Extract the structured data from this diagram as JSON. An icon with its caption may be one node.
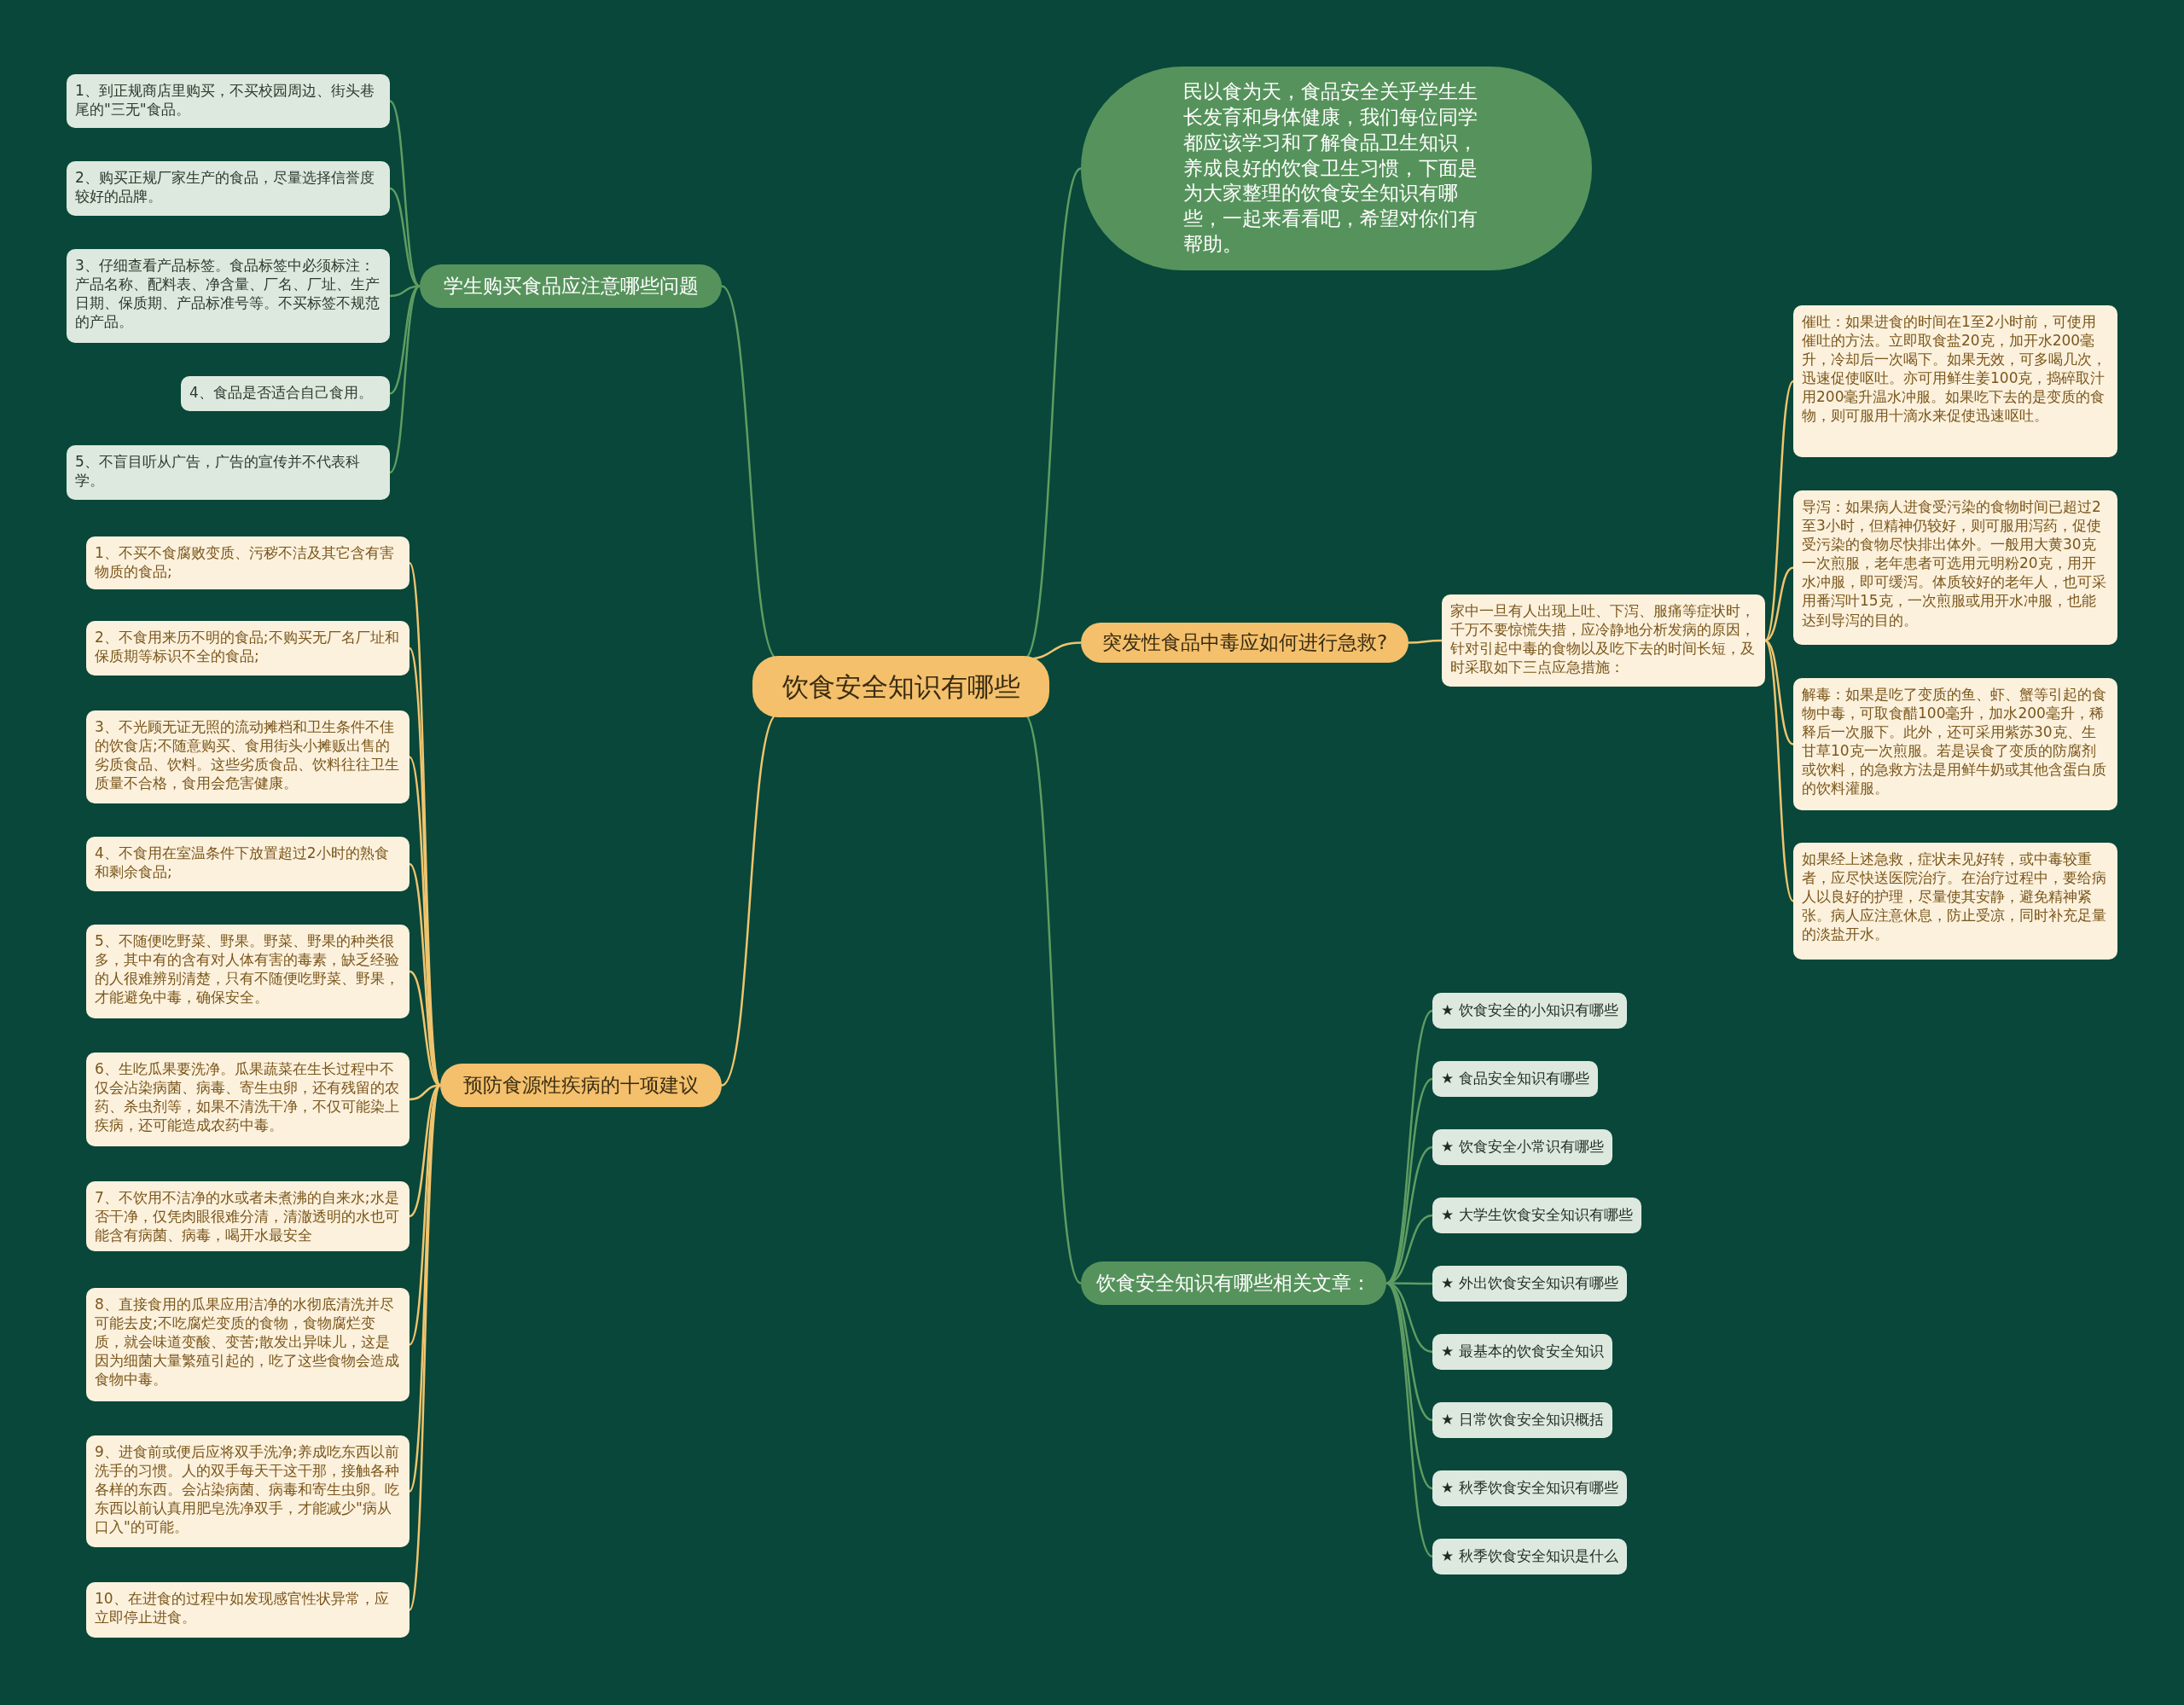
{
  "diagram": {
    "nodes": [
      {
        "text": [
          "饮食安全知识有哪些"
        ]
      },
      {
        "text": [
          "民以食为天，食品安全关乎学生生长发育和身体健康，我们每位同学都应该学习和了解食品卫生知识，养成良好的饮食卫生习惯，下面是为大家整理的饮食安全知识有哪些，一起来看看吧，希望对你们有帮助。"
        ]
      },
      {
        "text": [
          "学生购买食品应注意哪些问题"
        ]
      },
      {
        "text": [
          "1、到正规商店里购买，不买校园周边、街头巷尾的\"三无\"食品。"
        ]
      },
      {
        "text": [
          "2、购买正规厂家生产的食品，尽量选择信誉度较好的品牌。"
        ]
      },
      {
        "text": [
          "3、仔细查看产品标签。食品标签中必须标注：产品名称、配料表、净含量、厂名、厂址、生产日期、保质期、产品标准号等。不买标签不规范的产品。"
        ]
      },
      {
        "text": [
          "4、食品是否适合自己食用。"
        ]
      },
      {
        "text": [
          "5、不盲目听从广告，广告的宣传并不代表科学。"
        ]
      },
      {
        "text": [
          "预防食源性疾病的十项建议"
        ]
      },
      {
        "text": [
          "1、不买不食腐败变质、污秽不洁及其它含有害物质的食品;"
        ]
      },
      {
        "text": [
          "2、不食用来历不明的食品;不购买无厂名厂址和保质期等标识不全的食品;"
        ]
      },
      {
        "text": [
          "3、不光顾无证无照的流动摊档和卫生条件不佳的饮食店;不随意购买、食用街头小摊贩出售的劣质食品、饮料。这些劣质食品、饮料往往卫生质量不合格，食用会危害健康。"
        ]
      },
      {
        "text": [
          "4、不食用在室温条件下放置超过2小时的熟食和剩余食品;"
        ]
      },
      {
        "text": [
          "5、不随便吃野菜、野果。野菜、野果的种类很多，其中有的含有对人体有害的毒素，缺乏经验的人很难辨别清楚，只有不随便吃野菜、野果，才能避免中毒，确保安全。"
        ]
      },
      {
        "text": [
          "6、生吃瓜果要洗净。瓜果蔬菜在生长过程中不仅会沾染病菌、病毒、寄生虫卵，还有残留的农药、杀虫剂等，如果不清洗干净，不仅可能染上疾病，还可能造成农药中毒。"
        ]
      },
      {
        "text": [
          "7、不饮用不洁净的水或者未煮沸的自来水;水是否干净，仅凭肉眼很难分清，清澈透明的水也可能含有病菌、病毒，喝开水最安全"
        ]
      },
      {
        "text": [
          "8、直接食用的瓜果应用洁净的水彻底清洗并尽可能去皮;不吃腐烂变质的食物，食物腐烂变质，就会味道变酸、变苦;散发出异味儿，这是因为细菌大量繁殖引起的，吃了这些食物会造成食物中毒。"
        ]
      },
      {
        "text": [
          "9、进食前或便后应将双手洗净;养成吃东西以前洗手的习惯。人的双手每天干这干那，接触各种各样的东西。会沾染病菌、病毒和寄生虫卵。吃东西以前认真用肥皂洗净双手，才能减少\"病从口入\"的可能。"
        ]
      },
      {
        "text": [
          "10、在进食的过程中如发现感官性状异常，应立即停止进食。"
        ]
      },
      {
        "text": [
          "突发性食品中毒应如何进行急救?"
        ]
      },
      {
        "text": [
          "家中一旦有人出现上吐、下泻、服痛等症状时，千万不要惊慌失措，应冷静地分析发病的原因，针对引起中毒的食物以及吃下去的时间长短，及时采取如下三点应急措施："
        ]
      },
      {
        "text": [
          "催吐：如果进食的时间在1至2小时前，可使用催吐的方法。立即取食盐20克，加开水200毫升，冷却后一次喝下。如果无效，可多喝几次，迅速促使呕吐。亦可用鲜生姜100克，捣碎取汁用200毫升温水冲服。如果吃下去的是变质的食物，则可服用十滴水来促使迅速呕吐。"
        ]
      },
      {
        "text": [
          "导泻：如果病人进食受污染的食物时间已超过2至3小时，但精神仍较好，则可服用泻药，促使受污染的食物尽快排出体外。一般用大黄30克一次煎服，老年患者可选用元明粉20克，用开水冲服，即可缓泻。体质较好的老年人，也可采用番泻叶15克，一次煎服或用开水冲服，也能达到导泻的目的。"
        ]
      },
      {
        "text": [
          "解毒：如果是吃了变质的鱼、虾、蟹等引起的食物中毒，可取食醋100毫升，加水200毫升，稀释后一次服下。此外，还可采用紫苏30克、生甘草10克一次煎服。若是误食了变质的防腐剂或饮料，的急救方法是用鲜牛奶或其他含蛋白质的饮料灌服。"
        ]
      },
      {
        "text": [
          "如果经上述急救，症状未见好转，或中毒较重者，应尽快送医院治疗。在治疗过程中，要给病人以良好的护理，尽量使其安静，避免精神紧张。病人应注意休息，防止受凉，同时补充足量的淡盐开水。"
        ]
      },
      {
        "text": [
          "饮食安全知识有哪些相关文章："
        ]
      },
      {
        "text": [
          "★ 饮食安全的小知识有哪些"
        ]
      },
      {
        "text": [
          "★ 食品安全知识有哪些"
        ]
      },
      {
        "text": [
          "★ 饮食安全小常识有哪些"
        ]
      },
      {
        "text": [
          "★ 大学生饮食安全知识有哪些"
        ]
      },
      {
        "text": [
          "★ 外出饮食安全知识有哪些"
        ]
      },
      {
        "text": [
          "★ 最基本的饮食安全知识"
        ]
      },
      {
        "text": [
          "★ 日常饮食安全知识概括"
        ]
      },
      {
        "text": [
          "★ 秋季饮食安全知识有哪些"
        ]
      },
      {
        "text": [
          "★ 秋季饮食安全知识是什么"
        ]
      }
    ],
    "edges": [
      {
        "from": 0,
        "to": 1,
        "arrow": "none"
      },
      {
        "from": 0,
        "to": 2,
        "arrow": "none"
      },
      {
        "from": 2,
        "to": 3,
        "arrow": "none"
      },
      {
        "from": 2,
        "to": 4,
        "arrow": "none"
      },
      {
        "from": 2,
        "to": 5,
        "arrow": "none"
      },
      {
        "from": 2,
        "to": 6,
        "arrow": "none"
      },
      {
        "from": 2,
        "to": 7,
        "arrow": "none"
      },
      {
        "from": 0,
        "to": 8,
        "arrow": "none",
        "color": "#f0c46e"
      },
      {
        "from": 8,
        "to": 9,
        "arrow": "none",
        "color": "#f0c46e"
      },
      {
        "from": 8,
        "to": 10,
        "arrow": "none",
        "color": "#f0c46e"
      },
      {
        "from": 8,
        "to": 11,
        "arrow": "none",
        "color": "#f0c46e"
      },
      {
        "from": 8,
        "to": 12,
        "arrow": "none",
        "color": "#f0c46e"
      },
      {
        "from": 8,
        "to": 13,
        "arrow": "none",
        "color": "#f0c46e"
      },
      {
        "from": 8,
        "to": 14,
        "arrow": "none",
        "color": "#f0c46e"
      },
      {
        "from": 8,
        "to": 15,
        "arrow": "none",
        "color": "#f0c46e"
      },
      {
        "from": 8,
        "to": 16,
        "arrow": "none",
        "color": "#f0c46e"
      },
      {
        "from": 8,
        "to": 17,
        "arrow": "none",
        "color": "#f0c46e"
      },
      {
        "from": 8,
        "to": 18,
        "arrow": "none",
        "color": "#f0c46e"
      },
      {
        "from": 0,
        "to": 19,
        "arrow": "none",
        "color": "#f0c46e"
      },
      {
        "from": 19,
        "to": 20,
        "arrow": "none",
        "color": "#f0c46e"
      },
      {
        "from": 20,
        "to": 21,
        "arrow": "none",
        "color": "#f0c46e"
      },
      {
        "from": 20,
        "to": 22,
        "arrow": "none",
        "color": "#f0c46e"
      },
      {
        "from": 20,
        "to": 23,
        "arrow": "none",
        "color": "#f0c46e"
      },
      {
        "from": 20,
        "to": 24,
        "arrow": "none",
        "color": "#f0c46e"
      },
      {
        "from": 0,
        "to": 25,
        "arrow": "none"
      },
      {
        "from": 25,
        "to": 26,
        "arrow": "none"
      },
      {
        "from": 25,
        "to": 27,
        "arrow": "none"
      },
      {
        "from": 25,
        "to": 28,
        "arrow": "none"
      },
      {
        "from": 25,
        "to": 29,
        "arrow": "none"
      },
      {
        "from": 25,
        "to": 30,
        "arrow": "none"
      },
      {
        "from": 25,
        "to": 31,
        "arrow": "none"
      },
      {
        "from": 25,
        "to": 32,
        "arrow": "none"
      },
      {
        "from": 25,
        "to": 33,
        "arrow": "none"
      },
      {
        "from": 25,
        "to": 34,
        "arrow": "none"
      }
    ]
  }
}
